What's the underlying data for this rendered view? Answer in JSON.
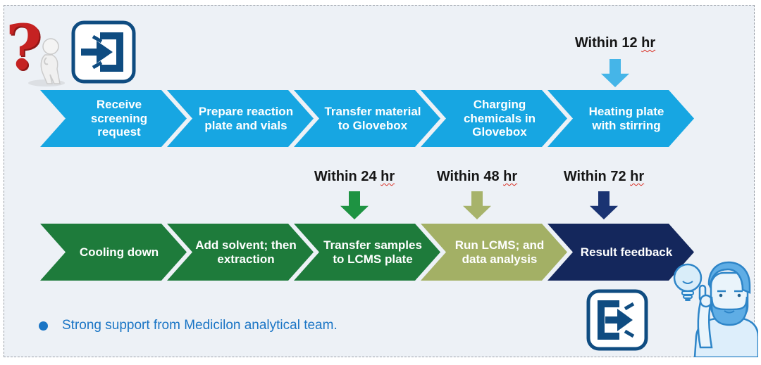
{
  "board": {
    "background": "#edf1f6",
    "border_color": "#9aa0a8"
  },
  "flow": {
    "row1": {
      "steps": [
        {
          "label": "Receive screening request",
          "color": "#17a6e2"
        },
        {
          "label": "Prepare reaction plate and vials",
          "color": "#17a6e2"
        },
        {
          "label": "Transfer material to Glovebox",
          "color": "#17a6e2"
        },
        {
          "label": "Charging chemicals in Glovebox",
          "color": "#17a6e2"
        },
        {
          "label": "Heating plate with stirring",
          "color": "#17a6e2",
          "annotation_prefix": "Within 12",
          "annotation_unit": "hr",
          "arrow_color": "#45b5e8"
        }
      ]
    },
    "row2": {
      "steps": [
        {
          "label": "Cooling down",
          "color": "#1e7b3b"
        },
        {
          "label": "Add solvent; then extraction",
          "color": "#1e7b3b"
        },
        {
          "label": "Transfer samples to LCMS plate",
          "color": "#1e7b3b",
          "annotation_prefix": "Within 24",
          "annotation_unit": "hr",
          "arrow_color": "#1e9342"
        },
        {
          "label": "Run LCMS; and data analysis",
          "color": "#a3b065",
          "annotation_prefix": "Within 48",
          "annotation_unit": "hr",
          "arrow_color": "#a7b36b"
        },
        {
          "label": "Result feedback",
          "color": "#14275c",
          "annotation_prefix": "Within 72",
          "annotation_unit": "hr",
          "arrow_color": "#1a3372"
        }
      ]
    }
  },
  "footer": {
    "text": "Strong support from Medicilon analytical team.",
    "color": "#1a75c5"
  },
  "icons": {
    "top_left_1": "question-mark-thinking-figure",
    "top_left_2": "enter-door-arrow-icon",
    "bottom_center": "exit-door-arrow-icon",
    "bottom_right": "man-pointing-at-lightbulb-illustration"
  },
  "accent_colors": {
    "blue_step": "#17a6e2",
    "green_step": "#1e7b3b",
    "olive_step": "#a3b065",
    "navy_step": "#14275c",
    "icon_blue": "#0f4c81",
    "note_blue": "#1a75c5",
    "squiggle_red": "#d93025"
  }
}
